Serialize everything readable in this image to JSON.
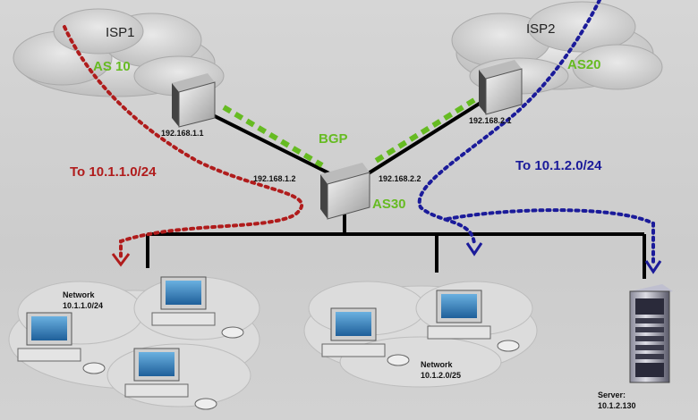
{
  "isp1": {
    "name": "ISP1",
    "as": "AS 10"
  },
  "isp2": {
    "name": "ISP2",
    "as": "AS20"
  },
  "router_isp1": {
    "ip": "192.168.1.1"
  },
  "router_isp2": {
    "ip": "192.168.2.1"
  },
  "core_router": {
    "as": "AS30",
    "ip_left": "192.168.1.2",
    "ip_right": "192.168.2.2"
  },
  "protocol": "BGP",
  "routes": {
    "red": "To 10.1.1.0/24",
    "blue": "To 10.1.2.0/24"
  },
  "network1": {
    "line1": "Network",
    "line2": "10.1.1.0/24"
  },
  "network2": {
    "line1": "Network",
    "line2": "10.1.2.0/25"
  },
  "server": {
    "line1": "Server:",
    "line2": "10.1.2.130"
  },
  "colors": {
    "red_route": "#b01c1c",
    "blue_route": "#1b1b9a",
    "bgp_green": "#66bb22"
  }
}
